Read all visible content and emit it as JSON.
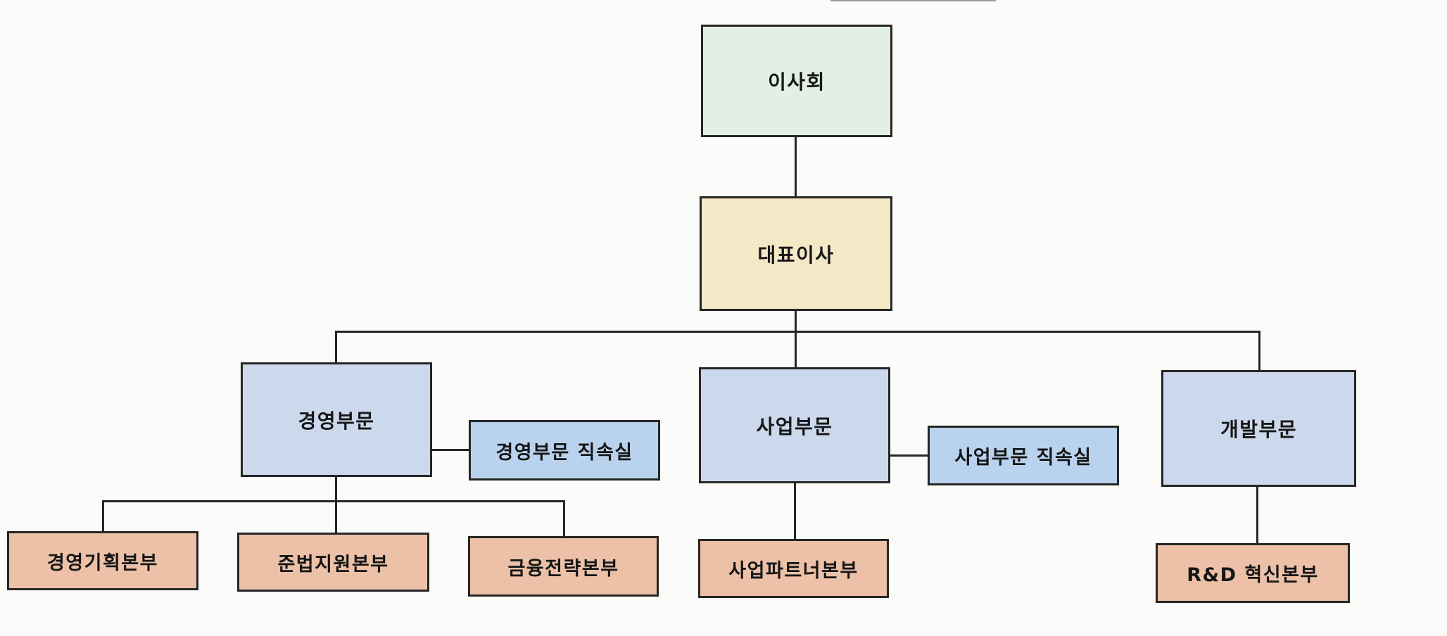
{
  "palette": {
    "board_fill": "#e1efe4",
    "executive_fill": "#f5e8c7",
    "division_fill": "#ccd8ec",
    "office_fill": "#b9d3ee",
    "headquarters_fill": "#ecc1a8",
    "border_color": "#262626",
    "line_color": "#262626",
    "background": "#fbfbf9"
  },
  "org_chart": {
    "type": "organization-chart",
    "nodes": {
      "board": {
        "label": "이사회",
        "level": 1
      },
      "ceo": {
        "label": "대표이사",
        "level": 2
      },
      "division_management": {
        "label": "경영부문",
        "level": 3
      },
      "office_management": {
        "label": "경영부문 직속실",
        "level": 3
      },
      "division_business": {
        "label": "사업부문",
        "level": 3
      },
      "office_business": {
        "label": "사업부문 직속실",
        "level": 3
      },
      "division_development": {
        "label": "개발부문",
        "level": 3
      },
      "hq_planning": {
        "label": "경영기획본부",
        "level": 4
      },
      "hq_compliance": {
        "label": "준법지원본부",
        "level": 4
      },
      "hq_finance": {
        "label": "금융전략본부",
        "level": 4
      },
      "hq_partner": {
        "label": "사업파트너본부",
        "level": 4
      },
      "hq_rnd": {
        "label": "R&D 혁신본부",
        "level": 4
      }
    },
    "edges": [
      {
        "from": "board",
        "to": "ceo"
      },
      {
        "from": "ceo",
        "to": "division_management"
      },
      {
        "from": "ceo",
        "to": "division_business"
      },
      {
        "from": "ceo",
        "to": "division_development"
      },
      {
        "from": "division_management",
        "to": "office_management",
        "style": "side"
      },
      {
        "from": "division_business",
        "to": "office_business",
        "style": "side"
      },
      {
        "from": "division_management",
        "to": "hq_planning"
      },
      {
        "from": "division_management",
        "to": "hq_compliance"
      },
      {
        "from": "division_management",
        "to": "hq_finance"
      },
      {
        "from": "division_business",
        "to": "hq_partner"
      },
      {
        "from": "division_development",
        "to": "hq_rnd"
      }
    ]
  }
}
